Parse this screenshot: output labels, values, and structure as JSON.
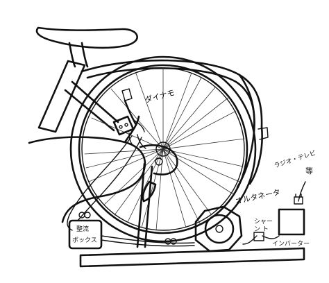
{
  "labels": {
    "dynamo": "ダイナモ",
    "alternator": "オルタネータ",
    "rectifier_line1": "整流",
    "rectifier_line2": "ボックス",
    "shunt_line1": "シャー",
    "shunt_line2": "ン ト",
    "inverter": "インバーター",
    "appliance_line1": "ラジオ・テレビ",
    "appliance_line2": "等"
  }
}
